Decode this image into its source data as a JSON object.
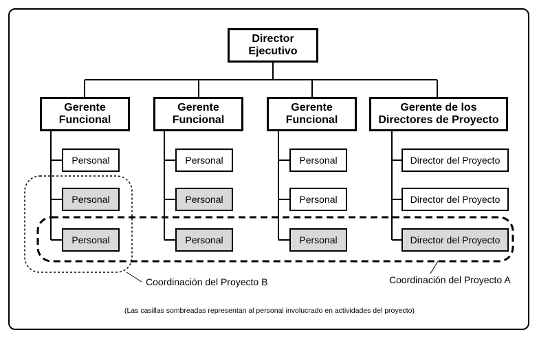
{
  "director": "Director\nEjecutivo",
  "columns": [
    {
      "manager": "Gerente\nFuncional",
      "staff": [
        "Personal",
        "Personal",
        "Personal"
      ],
      "shaded": [
        false,
        true,
        true
      ]
    },
    {
      "manager": "Gerente\nFuncional",
      "staff": [
        "Personal",
        "Personal",
        "Personal"
      ],
      "shaded": [
        false,
        true,
        true
      ]
    },
    {
      "manager": "Gerente\nFuncional",
      "staff": [
        "Personal",
        "Personal",
        "Personal"
      ],
      "shaded": [
        false,
        false,
        true
      ]
    },
    {
      "manager": "Gerente de los\nDirectores de Proyecto",
      "staff": [
        "Director del Proyecto",
        "Director del Proyecto",
        "Director del Proyecto"
      ],
      "shaded": [
        false,
        false,
        true
      ]
    }
  ],
  "coordination_b": "Coordinación del Proyecto B",
  "coordination_a": "Coordinación del Proyecto A",
  "note": "(Las casillas sombreadas representan al personal involucrado en actividades del proyecto)"
}
